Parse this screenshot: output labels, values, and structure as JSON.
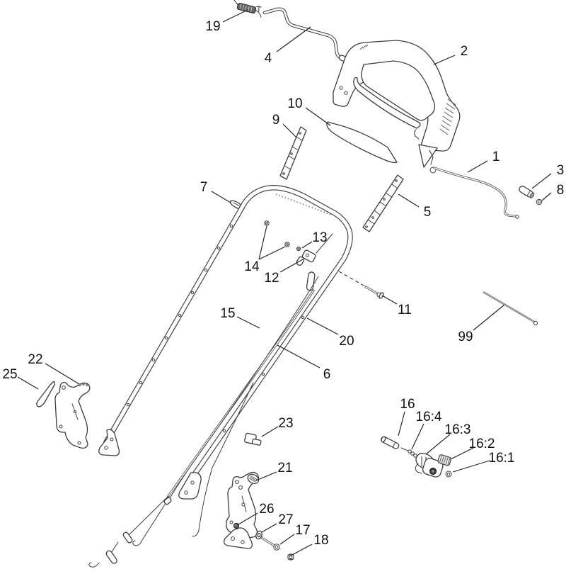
{
  "colors": {
    "background": "#ffffff",
    "line": "#3c3c3c",
    "label_text": "#111111",
    "spring_fill": "#666666"
  },
  "callouts": [
    {
      "label": "19"
    },
    {
      "label": "4"
    },
    {
      "label": "2"
    },
    {
      "label": "10"
    },
    {
      "label": "9"
    },
    {
      "label": "1"
    },
    {
      "label": "3"
    },
    {
      "label": "8"
    },
    {
      "label": "7"
    },
    {
      "label": "5"
    },
    {
      "label": "13"
    },
    {
      "label": "14"
    },
    {
      "label": "12"
    },
    {
      "label": "11"
    },
    {
      "label": "99"
    },
    {
      "label": "20"
    },
    {
      "label": "15"
    },
    {
      "label": "6"
    },
    {
      "label": "22"
    },
    {
      "label": "25"
    },
    {
      "label": "23"
    },
    {
      "label": "21"
    },
    {
      "label": "26"
    },
    {
      "label": "27"
    },
    {
      "label": "17"
    },
    {
      "label": "18"
    },
    {
      "label": "16"
    },
    {
      "label": "16:4"
    },
    {
      "label": "16:3"
    },
    {
      "label": "16:2"
    },
    {
      "label": "16:1"
    }
  ]
}
